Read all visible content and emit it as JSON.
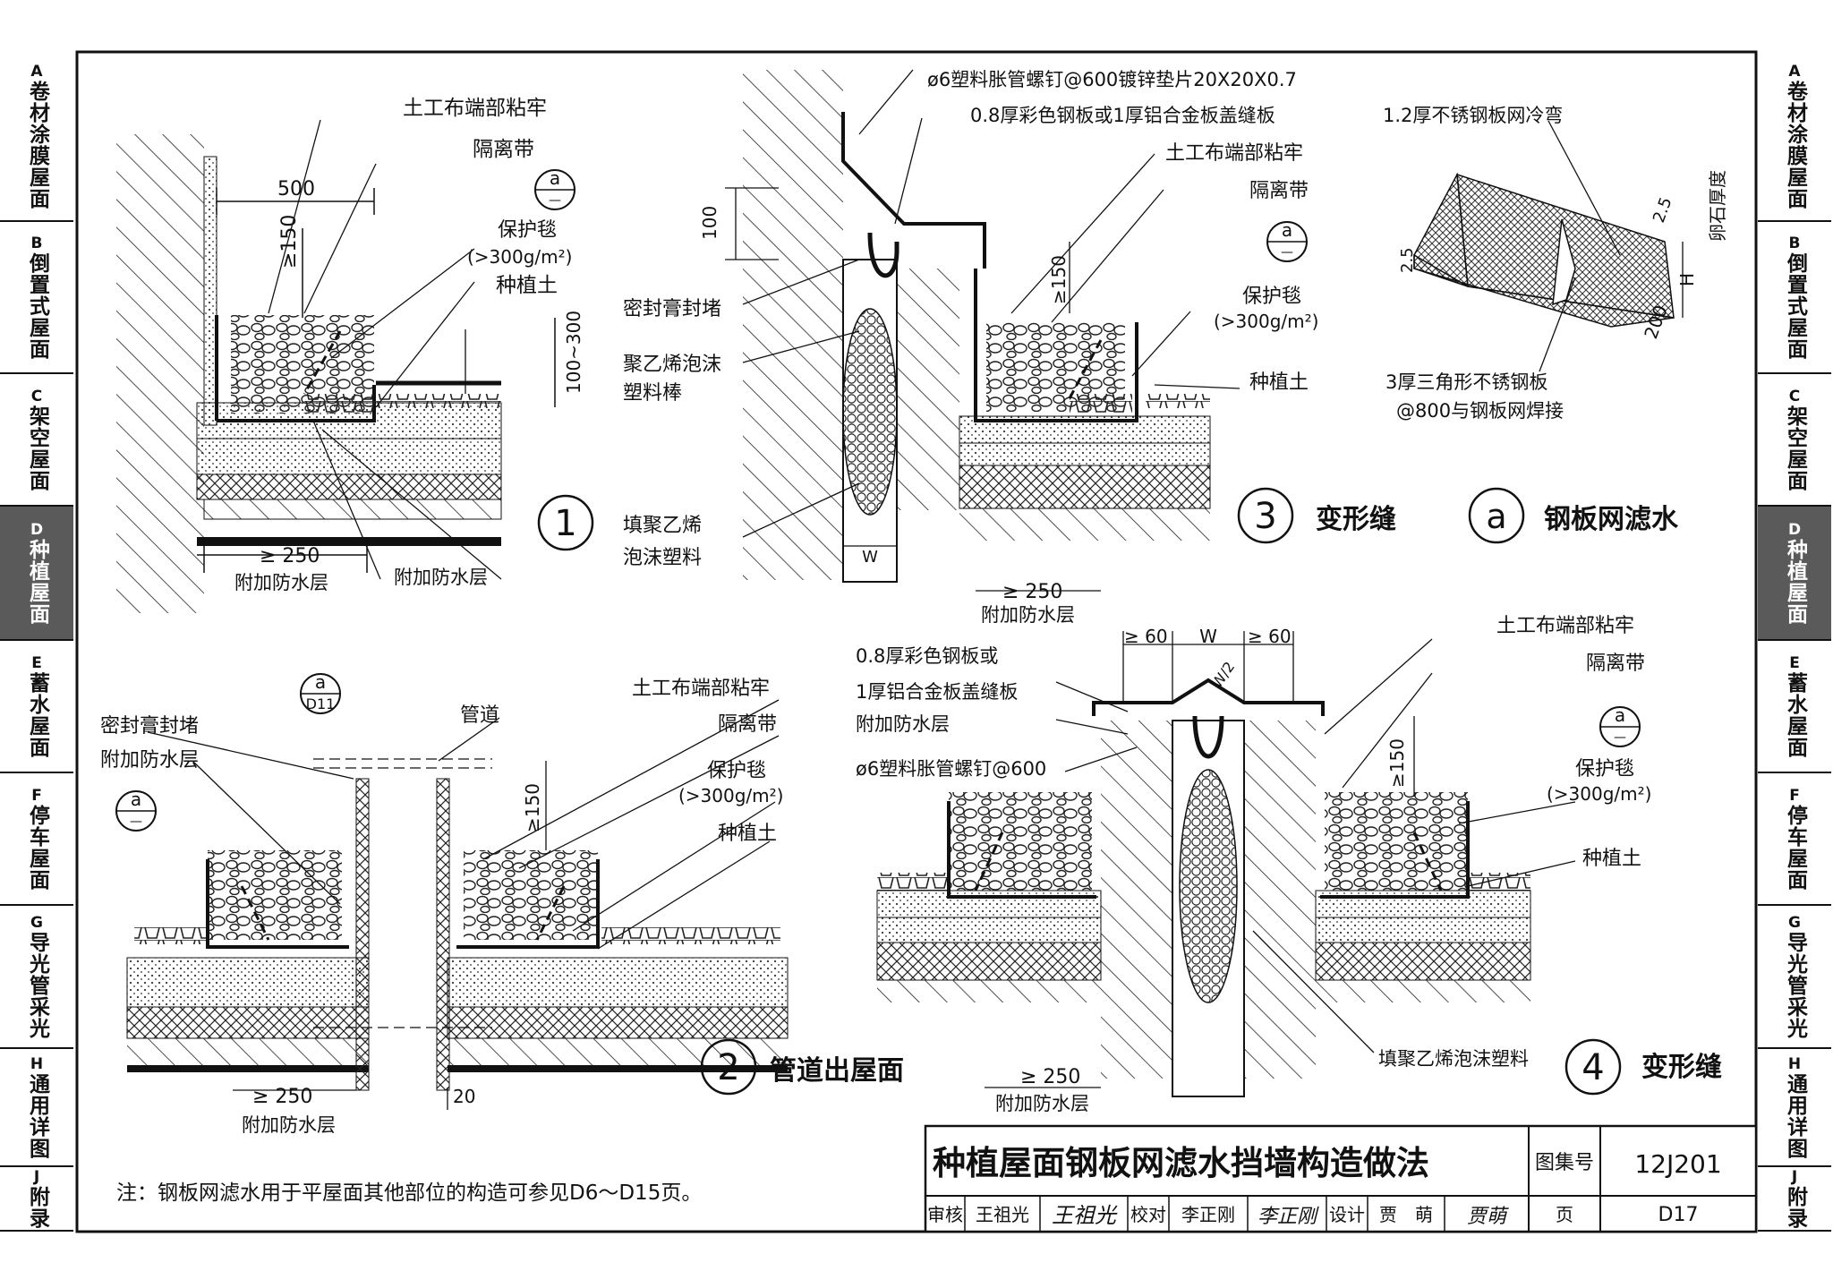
{
  "side_tabs": [
    {
      "letter": "A",
      "name": "卷材涂膜屋面",
      "active": false
    },
    {
      "letter": "B",
      "name": "倒置式屋面",
      "active": false
    },
    {
      "letter": "C",
      "name": "架空屋面",
      "active": false
    },
    {
      "letter": "D",
      "name": "种植屋面",
      "active": true
    },
    {
      "letter": "E",
      "name": "蓄水屋面",
      "active": false
    },
    {
      "letter": "F",
      "name": "停车屋面",
      "active": false
    },
    {
      "letter": "G",
      "name": "导光管采光",
      "active": false
    },
    {
      "letter": "H",
      "name": "通用详图",
      "active": false
    },
    {
      "letter": "J",
      "name": "附录",
      "active": false
    }
  ],
  "detail1": {
    "number": "1",
    "callout_ref": "a",
    "callout_sub": "—",
    "dims": {
      "width": "500",
      "height_min": "≥150",
      "soil": "100~300",
      "overlap": "≥ 250"
    },
    "labels": {
      "geotextile_end": "土工布端部粘牢",
      "isolation": "隔离带",
      "protect_mat": "保护毯",
      "protect_mat_spec": "(>300g/m²)",
      "soil": "种植土",
      "extra_waterproof": "附加防水层"
    }
  },
  "detail2": {
    "number": "2",
    "title": "管道出屋面",
    "callout_ref": "a",
    "callout_sub": "—",
    "ref_top": "a",
    "ref_top_page": "D11",
    "dims": {
      "height_min": "≥150",
      "overlap": "≥ 250",
      "gap": "20"
    },
    "labels": {
      "sealant": "密封膏封堵",
      "extra_waterproof": "附加防水层",
      "pipe": "管道",
      "geotextile_end": "土工布端部粘牢",
      "isolation": "隔离带",
      "protect_mat": "保护毯",
      "protect_mat_spec": "(>300g/m²)",
      "soil": "种植土"
    }
  },
  "detail3": {
    "number": "3",
    "title": "变形缝",
    "callout_ref": "a",
    "callout_sub": "—",
    "dims": {
      "height": "100",
      "height_min": "≥150",
      "overlap": "≥ 250",
      "gap": "W"
    },
    "labels": {
      "bolt": "ø6塑料胀管螺钉@600镀锌垫片20X20X0.7",
      "cover_plate": "0.8厚彩色钢板或1厚铝合金板盖缝板",
      "geotextile_end": "土工布端部粘牢",
      "isolation": "隔离带",
      "protect_mat": "保护毯",
      "protect_mat_spec": "(>300g/m²)",
      "soil": "种植土",
      "sealant": "密封膏封堵",
      "foam_rod_1": "聚乙烯泡沫",
      "foam_rod_2": "塑料棒",
      "foam_fill_1": "填聚乙烯",
      "foam_fill_2": "泡沫塑料",
      "extra_waterproof": "附加防水层"
    }
  },
  "detail_a": {
    "ref": "a",
    "title": "钢板网滤水",
    "labels": {
      "mesh": "1.2厚不锈钢板网冷弯",
      "plate_1": "3厚三角形不锈钢板",
      "plate_2": "@800与钢板网焊接",
      "pebble": "卵石厚度",
      "h": "H",
      "d200": "200",
      "d25a": "2.5",
      "d25b": "2.5"
    }
  },
  "detail4": {
    "number": "4",
    "title": "变形缝",
    "callout_ref": "a",
    "callout_sub": "—",
    "dims": {
      "left": "≥ 60",
      "gap": "W",
      "right": "≥ 60",
      "diag": "W/2",
      "height_min": "≥150",
      "overlap": "≥ 250"
    },
    "labels": {
      "cover_plate_1": "0.8厚彩色钢板或",
      "cover_plate_2": "1厚铝合金板盖缝板",
      "extra_waterproof": "附加防水层",
      "bolt": "ø6塑料胀管螺钉@600",
      "geotextile_end": "土工布端部粘牢",
      "isolation": "隔离带",
      "protect_mat": "保护毯",
      "protect_mat_spec": "(>300g/m²)",
      "soil": "种植土",
      "foam_fill": "填聚乙烯泡沫塑料"
    }
  },
  "note": "注：钢板网滤水用于平屋面其他部位的构造可参见D6～D15页。",
  "title_block": {
    "title": "种植屋面钢板网滤水挡墙构造做法",
    "atlas_label": "图集号",
    "atlas_no": "12J201",
    "review_label": "审核",
    "reviewer": "王祖光",
    "reviewer_sign": "王祖光",
    "check_label": "校对",
    "checker": "李正刚",
    "checker_sign": "李正刚",
    "design_label": "设计",
    "designer": "贾　萌",
    "designer_sign": "贾萌",
    "page_label": "页",
    "page_no": "D17"
  }
}
